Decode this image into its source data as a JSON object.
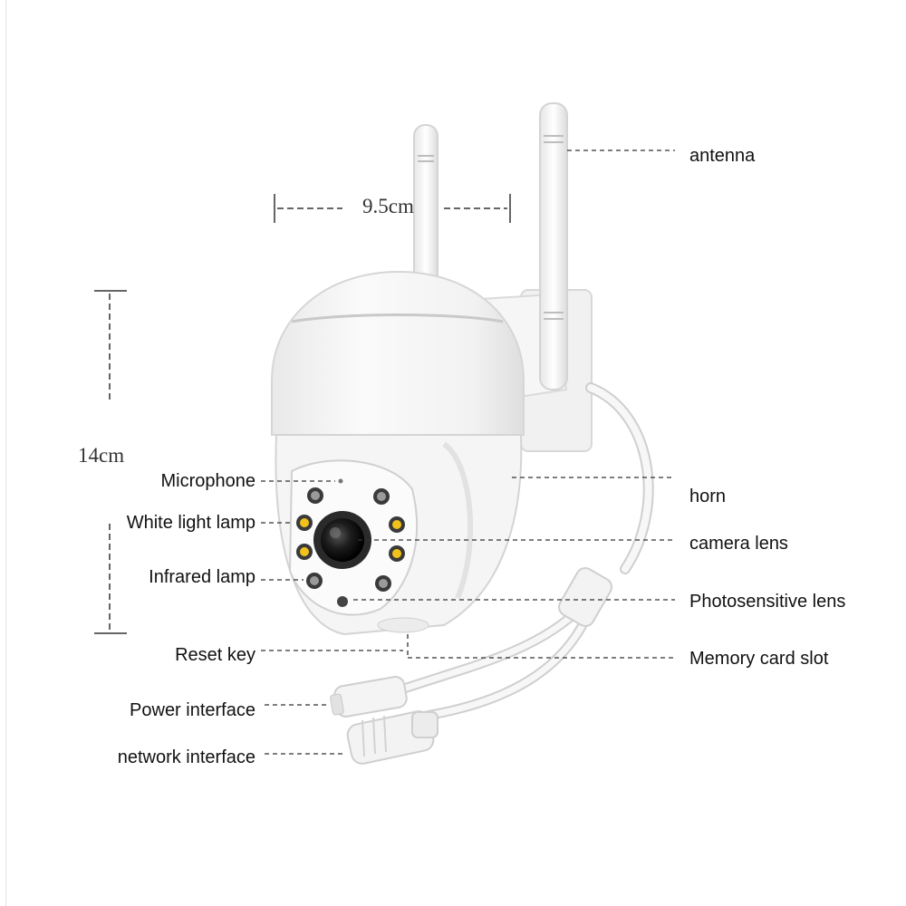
{
  "dimensions": {
    "width_label": "9.5cm",
    "height_label": "14cm"
  },
  "labels_left": {
    "microphone": "Microphone",
    "white_light_lamp": "White light lamp",
    "infrared_lamp": "Infrared lamp",
    "reset_key": "Reset key",
    "power_interface": "Power interface",
    "network_interface": "network interface"
  },
  "labels_right": {
    "antenna": "antenna",
    "horn": "horn",
    "camera_lens": "camera lens",
    "photosensitive_lens": "Photosensitive lens",
    "memory_card_slot": "Memory card slot"
  },
  "colors": {
    "body": "#f4f4f4",
    "outline": "#d6d6d6",
    "leader_line": "#333333",
    "white_led": "#f2c21a",
    "lens": "#1f1f1f"
  }
}
